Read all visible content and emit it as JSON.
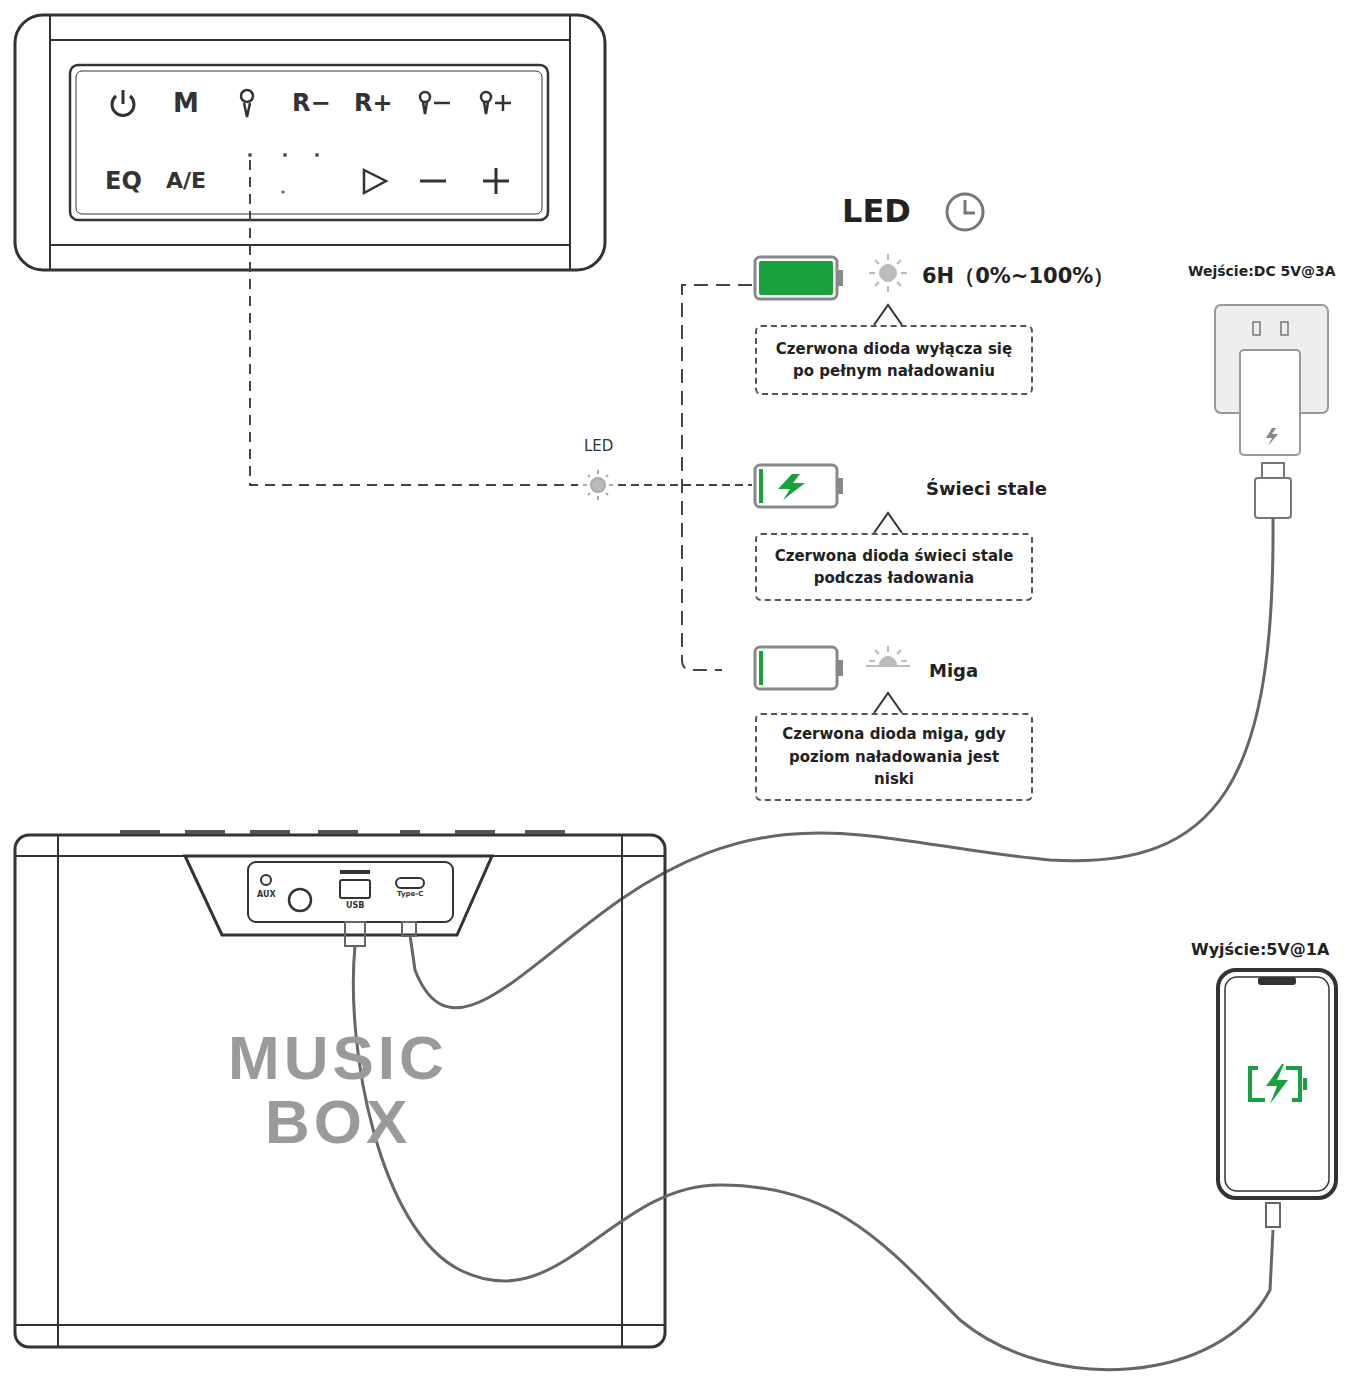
{
  "diagram": {
    "nodes": [
      {
        "text": [
          "Czerwona dioda wyłącza się po pełnym naładowaniu"
        ]
      },
      {
        "text": [
          "Czerwona dioda świeci stale podczas ładowania"
        ]
      },
      {
        "text": [
          "Czerwona dioda miga, gdy poziom naładowania jest niski"
        ]
      }
    ],
    "labels": [
      "M",
      "R−",
      "R+",
      "EQ",
      "A/E",
      "LED",
      "6H（0%~100%）",
      "LED",
      "Świeci stale",
      "Miga",
      "Wejście:DC 5V@3A",
      "Wyjście:5V@1A",
      "AUX",
      "USB",
      "Type-C",
      "MUSIC",
      "BOX"
    ]
  }
}
